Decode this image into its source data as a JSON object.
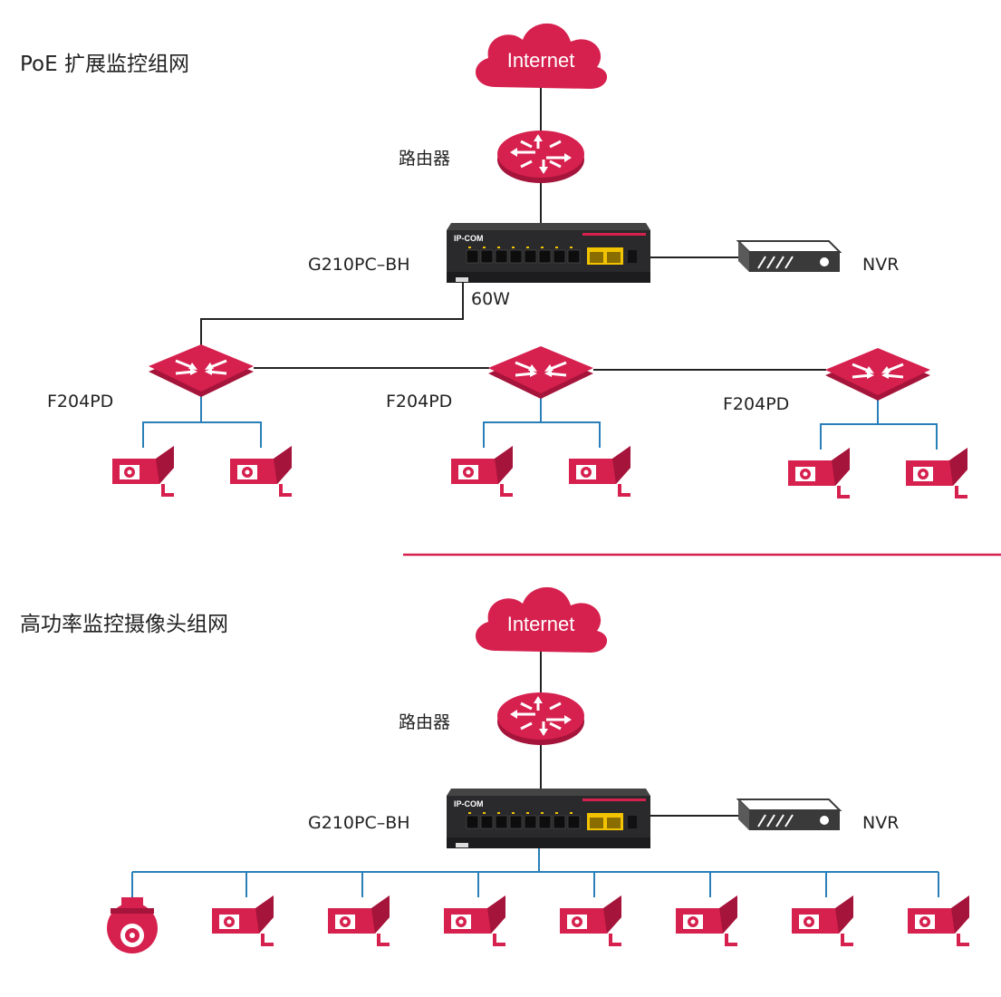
{
  "colors": {
    "accent": "#d6204e",
    "accent_dark": "#a5143a",
    "line_blue": "#2a7fb8",
    "line_dark": "#222222",
    "switch_body": "#2a2a2c",
    "switch_port": "#f2c300",
    "nvr_body": "#3a3a3a"
  },
  "section1": {
    "title": "PoE 扩展监控组网",
    "cloud": "Internet",
    "router": "路由器",
    "switch": "G210PC–BH",
    "switch_brand": "IP-COM",
    "nvr": "NVR",
    "power": "60W",
    "extenders": [
      "F204PD",
      "F204PD",
      "F204PD"
    ]
  },
  "section2": {
    "title": "高功率监控摄像头组网",
    "cloud": "Internet",
    "router": "路由器",
    "switch": "G210PC–BH",
    "switch_brand": "IP-COM",
    "nvr": "NVR"
  }
}
